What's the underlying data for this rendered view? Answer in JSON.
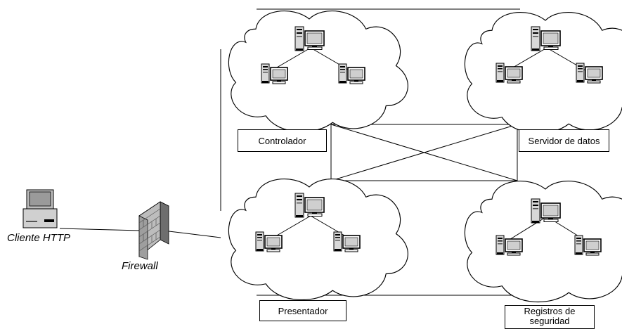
{
  "clusters": [
    {
      "id": "controlador",
      "label": "Controlador"
    },
    {
      "id": "servidor",
      "label": "Servidor de datos"
    },
    {
      "id": "presentador",
      "label": "Presentador"
    },
    {
      "id": "registros",
      "label": "Registros de seguridad"
    }
  ],
  "client": {
    "label": "Cliente HTTP",
    "icon": "desktop-computer-icon"
  },
  "firewall": {
    "label": "Firewall",
    "icon": "brick-wall-icon"
  },
  "icons": {
    "server": "tower-server-icon",
    "workstation": "tower-workstation-icon"
  }
}
